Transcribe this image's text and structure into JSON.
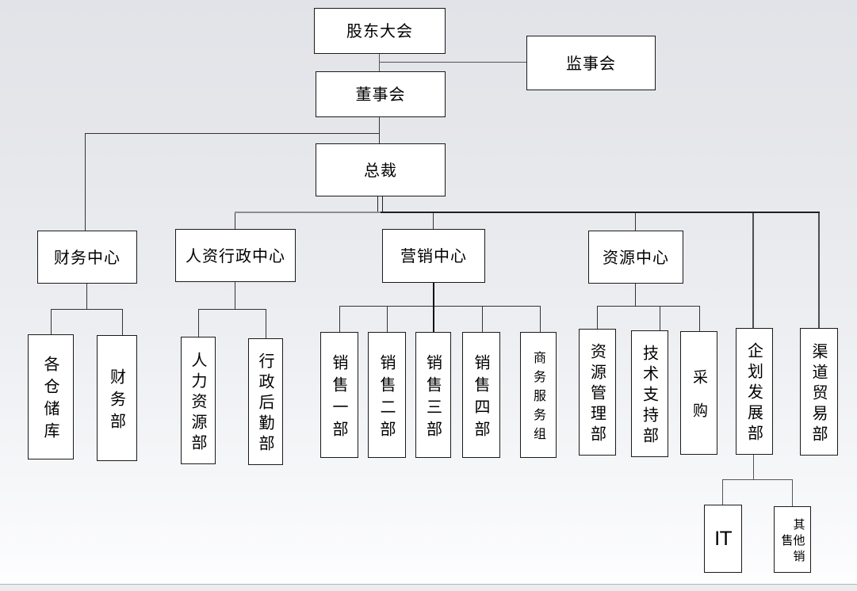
{
  "page": {
    "background_top_color": "#e2e3e8",
    "background_bottom_color": "#fdfdfe",
    "status_bar_color": "#ececf0",
    "divider_color": "#b3b4b8"
  },
  "colors": {
    "box_fill": "#ffffff",
    "box_border": "#1a1a1a",
    "line_dark": "#1f1f1f",
    "line_gray": "#8c8c8c",
    "text": "#000000"
  },
  "org_chart": {
    "nodes": {
      "shareholders_meeting": {
        "label": "股东大会",
        "reports_to": null
      },
      "supervisory_board": {
        "label": "监事会",
        "reports_to": "shareholders_meeting"
      },
      "board_of_directors": {
        "label": "董事会",
        "reports_to": "shareholders_meeting"
      },
      "president": {
        "label": "总裁",
        "reports_to": "board_of_directors"
      },
      "finance_center": {
        "label": "财务中心",
        "reports_to": "board_of_directors"
      },
      "hr_admin_center": {
        "label": "人资行政中心",
        "reports_to": "president"
      },
      "marketing_center": {
        "label": "营销中心",
        "reports_to": "president"
      },
      "resource_center": {
        "label": "资源中心",
        "reports_to": "president"
      },
      "planning_dev_dept": {
        "label": "企划发展部",
        "reports_to": "president"
      },
      "channel_trade_dept": {
        "label": "渠道贸易部",
        "reports_to": "president"
      },
      "warehouses": {
        "label": "各仓储库",
        "reports_to": "finance_center"
      },
      "finance_dept": {
        "label": "财务部",
        "reports_to": "finance_center"
      },
      "human_resources_dept": {
        "label": "人力资源部",
        "reports_to": "hr_admin_center"
      },
      "admin_logistics_dept": {
        "label": "行政后勤部",
        "reports_to": "hr_admin_center"
      },
      "sales_dept_1": {
        "label": "销售一部",
        "reports_to": "marketing_center"
      },
      "sales_dept_2": {
        "label": "销售二部",
        "reports_to": "marketing_center"
      },
      "sales_dept_3": {
        "label": "销售三部",
        "reports_to": "marketing_center"
      },
      "sales_dept_4": {
        "label": "销售四部",
        "reports_to": "marketing_center"
      },
      "business_service_group": {
        "label": "商务服务组",
        "reports_to": "marketing_center"
      },
      "resource_mgmt_dept": {
        "label": "资源管理部",
        "reports_to": "resource_center"
      },
      "tech_support_dept": {
        "label": "技术支持部",
        "reports_to": "resource_center"
      },
      "procurement": {
        "label": "采购",
        "reports_to": "resource_center"
      },
      "it_dept": {
        "label": "IT",
        "reports_to": "planning_dev_dept"
      },
      "other_sales": {
        "label": "其他销售",
        "reports_to": "planning_dev_dept"
      }
    }
  }
}
